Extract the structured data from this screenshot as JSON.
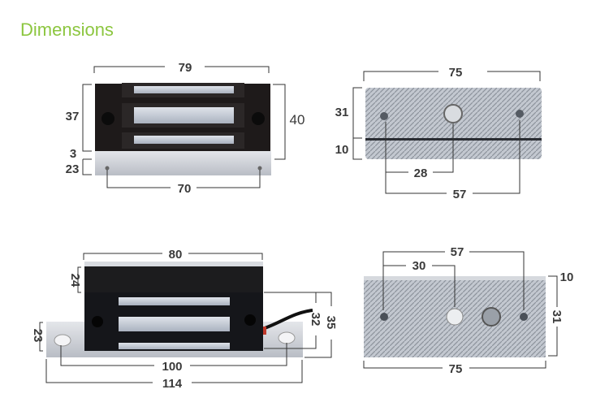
{
  "title": "Dimensions",
  "views": {
    "front_top_left": {
      "width": "79",
      "body_height": "37",
      "total_height": "40",
      "gap": "3",
      "plate_height": "23",
      "hole_spacing": "70"
    },
    "armature_top_right": {
      "length": "75",
      "height": "31",
      "lip": "10",
      "center_hole": "28",
      "hole_spacing": "57"
    },
    "side_bottom_left": {
      "top_width": "80",
      "top_height": "24",
      "plate_height": "23",
      "inner_height": "32",
      "outer_height": "35",
      "hole_spacing": "100",
      "plate_length": "114"
    },
    "armature_bottom_right": {
      "hole_spacing": "57",
      "center_hole": "30",
      "lip": "10",
      "height": "31",
      "length": "75"
    }
  },
  "colors": {
    "title": "#8cc63f",
    "body": "#1e1a1a",
    "silver": "#c9ccd2",
    "strip": "#c8ced8"
  }
}
